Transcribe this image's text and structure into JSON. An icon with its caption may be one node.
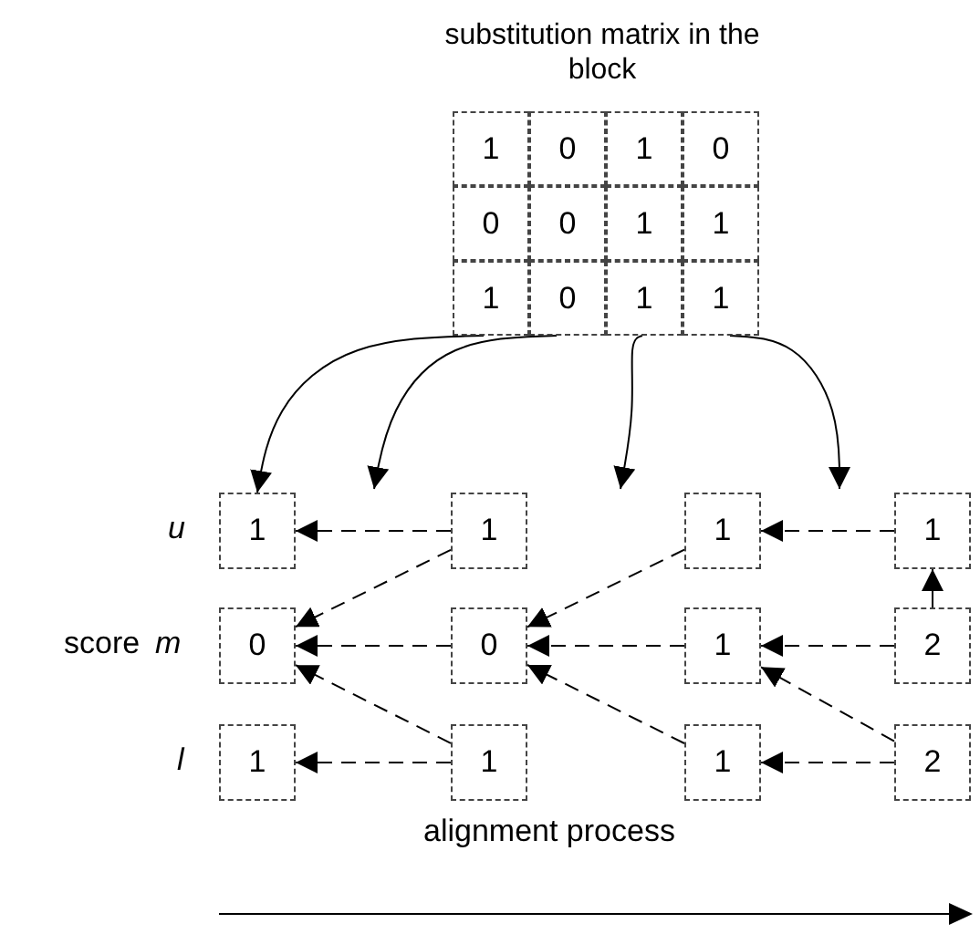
{
  "diagram": {
    "nodes": [
      {
        "text": [
          "substitution matrix in the block"
        ]
      },
      {
        "text": [
          "1"
        ],
        "in": 0
      },
      {
        "text": [
          "0"
        ],
        "in": 0
      },
      {
        "text": [
          "1"
        ],
        "in": 0
      },
      {
        "text": [
          "0"
        ],
        "in": 0
      },
      {
        "text": [
          "0"
        ],
        "in": 0
      },
      {
        "text": [
          "0"
        ],
        "in": 0
      },
      {
        "text": [
          "1"
        ],
        "in": 0
      },
      {
        "text": [
          "1"
        ],
        "in": 0
      },
      {
        "text": [
          "1"
        ],
        "in": 0
      },
      {
        "text": [
          "0"
        ],
        "in": 0
      },
      {
        "text": [
          "1"
        ],
        "in": 0
      },
      {
        "text": [
          "1"
        ],
        "in": 0
      },
      {
        "text": [
          "1"
        ]
      },
      {
        "text": [
          "1"
        ]
      },
      {
        "text": [
          "1"
        ]
      },
      {
        "text": [
          "1"
        ]
      },
      {
        "text": [
          "0"
        ]
      },
      {
        "text": [
          "0"
        ]
      },
      {
        "text": [
          "1"
        ]
      },
      {
        "text": [
          "2"
        ]
      },
      {
        "text": [
          "1"
        ]
      },
      {
        "text": [
          "1"
        ]
      },
      {
        "text": [
          "1"
        ]
      },
      {
        "text": [
          "2"
        ]
      }
    ],
    "edges": [
      {
        "from": 9,
        "to": 13,
        "arrow": "to"
      },
      {
        "from": 10,
        "to": null,
        "arrow": "to"
      },
      {
        "from": 11,
        "to": null,
        "arrow": "to"
      },
      {
        "from": 12,
        "to": null,
        "arrow": "to"
      },
      {
        "from": 14,
        "to": 13,
        "arrow": "to",
        "style": "dashed"
      },
      {
        "from": 14,
        "to": 17,
        "arrow": "to",
        "style": "dashed"
      },
      {
        "from": 18,
        "to": 17,
        "arrow": "to",
        "style": "dashed"
      },
      {
        "from": 22,
        "to": 17,
        "arrow": "to",
        "style": "dashed"
      },
      {
        "from": 22,
        "to": 21,
        "arrow": "to",
        "style": "dashed"
      },
      {
        "from": 15,
        "to": 18,
        "arrow": "to",
        "style": "dashed"
      },
      {
        "from": 19,
        "to": 18,
        "arrow": "to",
        "style": "dashed"
      },
      {
        "from": 23,
        "to": 18,
        "arrow": "to",
        "style": "dashed"
      },
      {
        "from": 16,
        "to": 15,
        "arrow": "to",
        "style": "dashed"
      },
      {
        "from": 20,
        "to": 19,
        "arrow": "to",
        "style": "dashed"
      },
      {
        "from": 24,
        "to": 19,
        "arrow": "to",
        "style": "dashed"
      },
      {
        "from": 24,
        "to": 23,
        "arrow": "to",
        "style": "dashed"
      },
      {
        "from": 20,
        "to": 16,
        "arrow": "to"
      }
    ],
    "labels": [
      "u",
      "score",
      "m",
      "l",
      "alignment process"
    ]
  }
}
